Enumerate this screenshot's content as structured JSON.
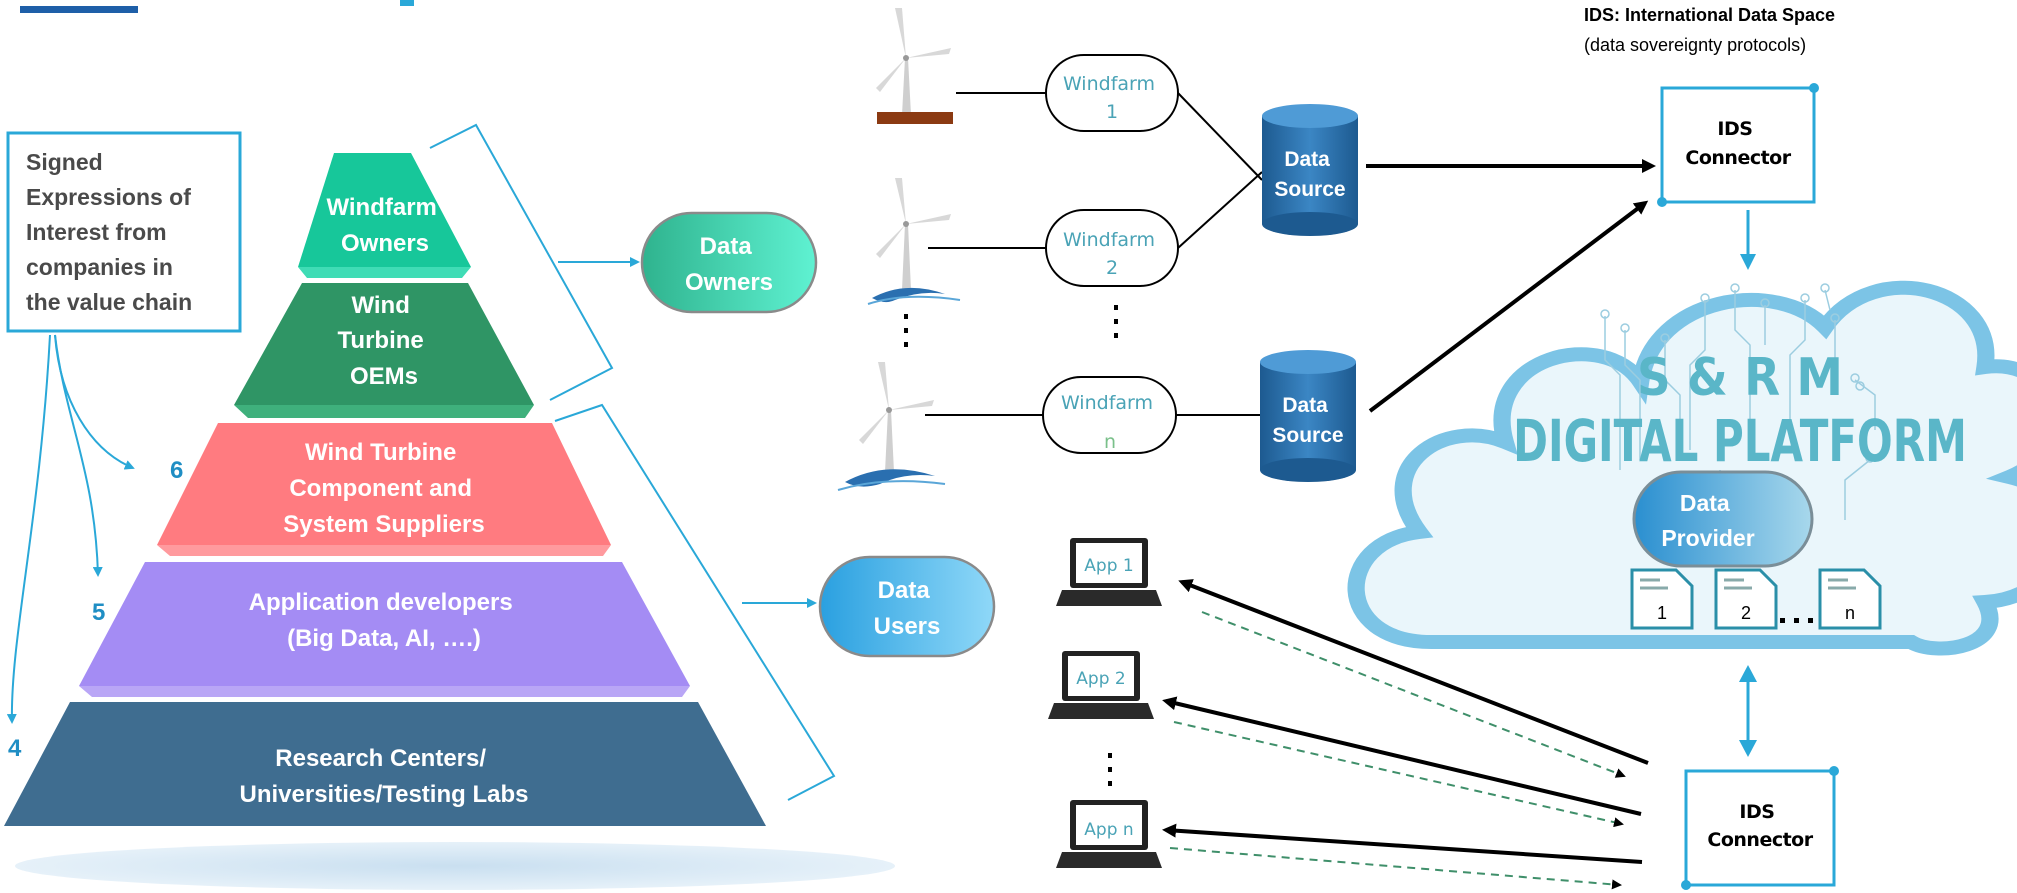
{
  "legend": {
    "ids_title": "IDS: International Data Space",
    "ids_subtitle": "(data sovereignty protocols)"
  },
  "eoi_box": {
    "lines": [
      "Signed",
      "Expressions of",
      "Interest from",
      "companies in",
      "the value chain"
    ]
  },
  "eoi_counts": [
    "6",
    "5",
    "4"
  ],
  "pyramid": {
    "tiers": [
      {
        "lines": [
          "Windfarm",
          "Owners"
        ]
      },
      {
        "lines": [
          "Wind",
          "Turbine",
          "OEMs"
        ]
      },
      {
        "lines": [
          "Wind Turbine",
          "Component and",
          "System Suppliers"
        ]
      },
      {
        "lines": [
          "Application developers",
          "(Big Data, AI, ….)"
        ]
      },
      {
        "lines": [
          "Research Centers/",
          "Universities/Testing Labs"
        ]
      }
    ]
  },
  "roles": {
    "owners": [
      "Data",
      "Owners"
    ],
    "users": [
      "Data",
      "Users"
    ]
  },
  "windfarms": [
    {
      "lines": [
        "Windfarm",
        "1"
      ]
    },
    {
      "lines": [
        "Windfarm",
        "2"
      ]
    },
    {
      "lines": [
        "Windfarm",
        "n"
      ]
    }
  ],
  "data_sources": [
    {
      "lines": [
        "Data",
        "Source"
      ]
    },
    {
      "lines": [
        "Data",
        "Source"
      ]
    }
  ],
  "ids_connectors": [
    {
      "lines": [
        "IDS",
        "Connector"
      ]
    },
    {
      "lines": [
        "IDS",
        "Connector"
      ]
    }
  ],
  "platform": {
    "line1": "S & R M",
    "line2": "DIGITAL PLATFORM",
    "provider": [
      "Data",
      "Provider"
    ],
    "docs": [
      "1",
      "2",
      "n"
    ]
  },
  "apps": [
    "App 1",
    "App 2",
    "App n"
  ],
  "colors": {
    "accent_blue": "#2aa8d8",
    "teal": "#4a9fb0",
    "tier_owners": "#17c79a",
    "tier_oems": "#2f9565",
    "tier_suppliers": "#ff7b80",
    "tier_appdev": "#a48cf4",
    "tier_research": "#3f6d90",
    "cylinder": "#2b6ea8"
  }
}
